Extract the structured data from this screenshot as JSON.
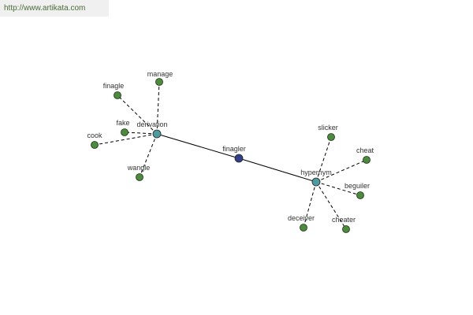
{
  "watermark": {
    "text": "http://www.artikata.com"
  },
  "colors": {
    "center": "#333f8c",
    "hub": "#4f9aa3",
    "leaf": "#4d8b3c",
    "edge": "#000000",
    "label": "#333333"
  },
  "graph": {
    "nodes": [
      {
        "id": "finagler",
        "label": "finagler",
        "kind": "center"
      },
      {
        "id": "derivation",
        "label": "derivation",
        "kind": "hub"
      },
      {
        "id": "hypernym",
        "label": "hypernym",
        "kind": "hub"
      },
      {
        "id": "finagle",
        "label": "finagle",
        "kind": "leaf"
      },
      {
        "id": "manage",
        "label": "manage",
        "kind": "leaf"
      },
      {
        "id": "fake",
        "label": "fake",
        "kind": "leaf"
      },
      {
        "id": "cook",
        "label": "cook",
        "kind": "leaf"
      },
      {
        "id": "wangle",
        "label": "wangle",
        "kind": "leaf"
      },
      {
        "id": "slicker",
        "label": "slicker",
        "kind": "leaf"
      },
      {
        "id": "cheat",
        "label": "cheat",
        "kind": "leaf"
      },
      {
        "id": "beguiler",
        "label": "beguiler",
        "kind": "leaf"
      },
      {
        "id": "cheater",
        "label": "cheater",
        "kind": "leaf"
      },
      {
        "id": "deceiver",
        "label": "deceiver",
        "kind": "leaf"
      }
    ],
    "edges": [
      {
        "from": "finagler",
        "to": "derivation",
        "style": "solid"
      },
      {
        "from": "finagler",
        "to": "hypernym",
        "style": "solid"
      },
      {
        "from": "derivation",
        "to": "finagle",
        "style": "dashed"
      },
      {
        "from": "derivation",
        "to": "manage",
        "style": "dashed"
      },
      {
        "from": "derivation",
        "to": "fake",
        "style": "dashed"
      },
      {
        "from": "derivation",
        "to": "cook",
        "style": "dashed"
      },
      {
        "from": "derivation",
        "to": "wangle",
        "style": "dashed"
      },
      {
        "from": "hypernym",
        "to": "slicker",
        "style": "dashed"
      },
      {
        "from": "hypernym",
        "to": "cheat",
        "style": "dashed"
      },
      {
        "from": "hypernym",
        "to": "beguiler",
        "style": "dashed"
      },
      {
        "from": "hypernym",
        "to": "cheater",
        "style": "dashed"
      },
      {
        "from": "hypernym",
        "to": "deceiver",
        "style": "dashed"
      }
    ]
  }
}
